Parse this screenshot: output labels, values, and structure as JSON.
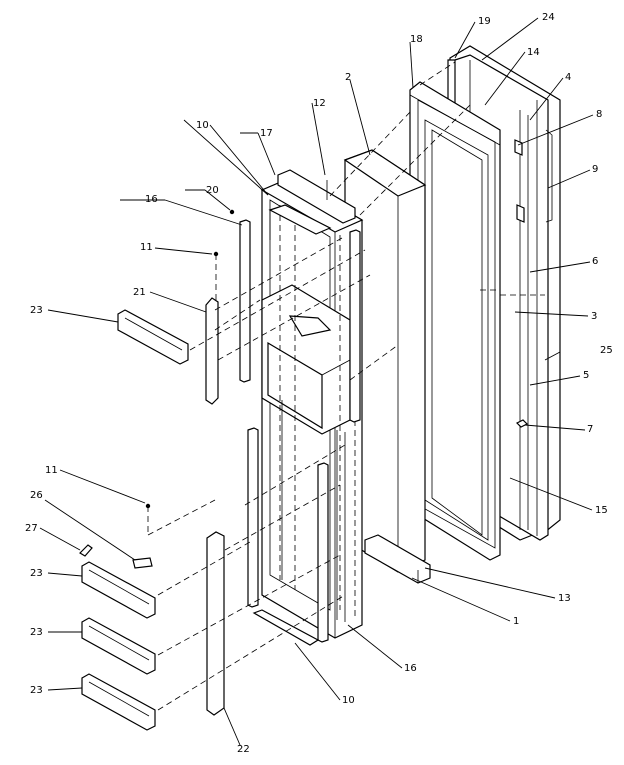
{
  "callouts": [
    {
      "id": "c18",
      "text": "18"
    },
    {
      "id": "c19",
      "text": "19"
    },
    {
      "id": "c24",
      "text": "24"
    },
    {
      "id": "c14",
      "text": "14"
    },
    {
      "id": "c4",
      "text": "4"
    },
    {
      "id": "c8",
      "text": "8"
    },
    {
      "id": "c9",
      "text": "9"
    },
    {
      "id": "c2",
      "text": "2"
    },
    {
      "id": "c12",
      "text": "12"
    },
    {
      "id": "c10a",
      "text": "10"
    },
    {
      "id": "c17",
      "text": "17"
    },
    {
      "id": "c20",
      "text": "20"
    },
    {
      "id": "c16a",
      "text": "16"
    },
    {
      "id": "c11a",
      "text": "11"
    },
    {
      "id": "c6",
      "text": "6"
    },
    {
      "id": "c21",
      "text": "21"
    },
    {
      "id": "c23a",
      "text": "23"
    },
    {
      "id": "c3",
      "text": "3"
    },
    {
      "id": "c25",
      "text": "25"
    },
    {
      "id": "c5",
      "text": "5"
    },
    {
      "id": "c7",
      "text": "7"
    },
    {
      "id": "c11b",
      "text": "11"
    },
    {
      "id": "c26",
      "text": "26"
    },
    {
      "id": "c15",
      "text": "15"
    },
    {
      "id": "c27",
      "text": "27"
    },
    {
      "id": "c23b",
      "text": "23"
    },
    {
      "id": "c13",
      "text": "13"
    },
    {
      "id": "c1",
      "text": "1"
    },
    {
      "id": "c23c",
      "text": "23"
    },
    {
      "id": "c16b",
      "text": "16"
    },
    {
      "id": "c23d",
      "text": "23"
    },
    {
      "id": "c10b",
      "text": "10"
    },
    {
      "id": "c22",
      "text": "22"
    }
  ]
}
